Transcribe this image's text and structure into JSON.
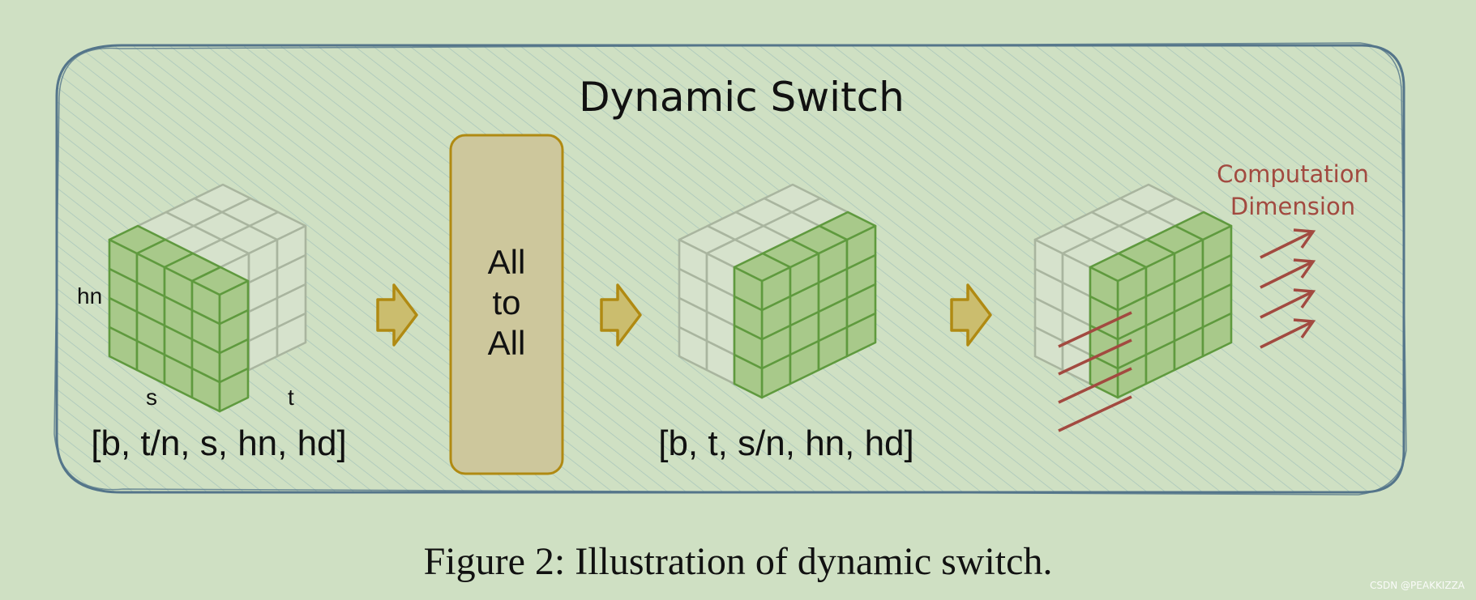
{
  "diagram": {
    "title": "Dynamic Switch",
    "left_shape": "[b, t/n, s, hn, hd]",
    "middle_shape": "[b, t, s/n, hn, hd]",
    "axis_labels": {
      "hn": "hn",
      "s": "s",
      "t": "t"
    },
    "all_to_all": [
      "All",
      "to",
      "All"
    ],
    "computation_label": [
      "Computation",
      "Dimension"
    ],
    "colors": {
      "background": "#cfe0c3",
      "panel_border": "#54758a",
      "hatch": "#9ebeb9",
      "cube_active": "#a8c98a",
      "cube_active_stroke": "#5f9a3e",
      "cube_inactive": "#d6e2cc",
      "cube_inactive_stroke": "#a9b59f",
      "arrow_fill": "#cbbd6e",
      "arrow_stroke": "#b08a12",
      "a2a_fill": "#cdc79c",
      "a2a_stroke": "#b08a12",
      "computation_color": "#a24a40"
    }
  },
  "caption": "Figure 2: Illustration of dynamic switch.",
  "watermark": "CSDN @PEAKKIZZA"
}
